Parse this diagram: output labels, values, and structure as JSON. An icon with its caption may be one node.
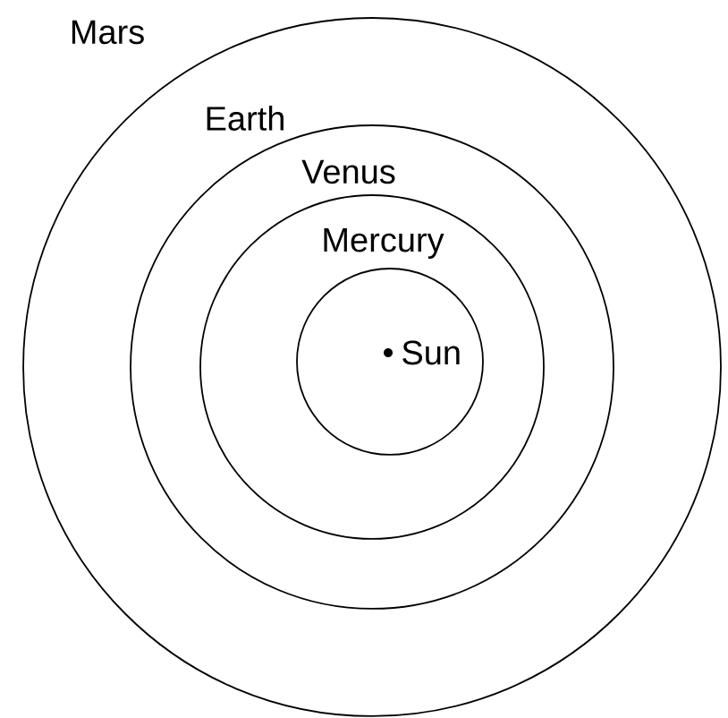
{
  "diagram": {
    "nodes": [
      {
        "text": [
          "Mars"
        ]
      },
      {
        "text": [
          "Earth"
        ],
        "in": 0
      },
      {
        "text": [
          "Venus"
        ],
        "in": 1
      },
      {
        "text": [
          "Mercury"
        ],
        "in": 2
      },
      {
        "text": [
          "Sun"
        ],
        "in": 3
      }
    ]
  }
}
